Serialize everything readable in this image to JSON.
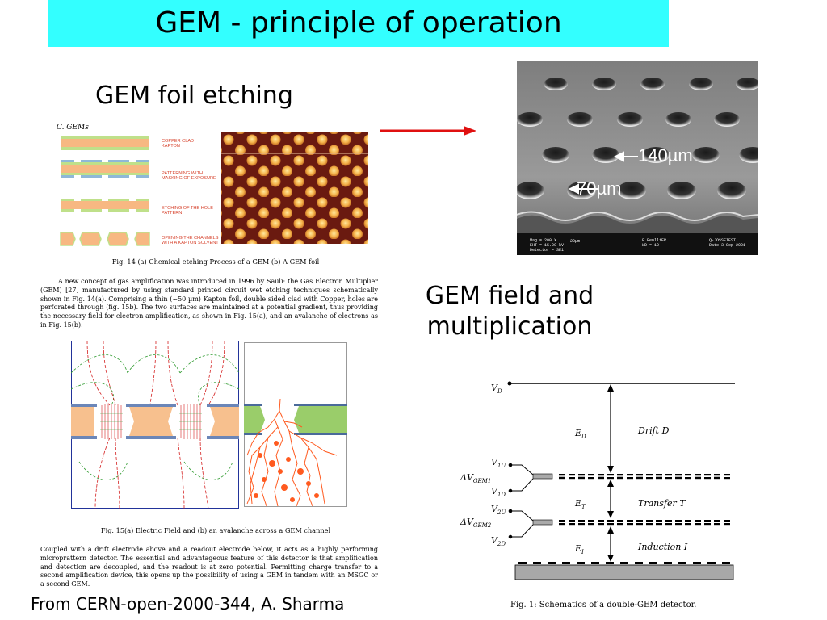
{
  "slide": {
    "title": "GEM - principle of operation",
    "heading_etching": "GEM foil etching",
    "heading_field": "GEM field and multiplication",
    "credit": "From CERN-open-2000-344, A. Sharma",
    "colors": {
      "title_bar": "#33ffff",
      "arrow": "#e01010",
      "copper": "#f7b882",
      "kapton_green": "#9acd6a",
      "field_red": "#ff5a1f"
    }
  },
  "etching_figure": {
    "section_label": "C. GEMs",
    "step_labels": [
      "COPPER CLAD KAPTON",
      "PATTERNING WITH MASKING OF EXPOSURE",
      "ETCHING OF THE HOLE PATTERN",
      "OPENING THE CHANNELS WITH A KAPTON SOLVENT"
    ],
    "caption": "Fig. 14 (a) Chemical etching Process of a GEM (b) A GEM foil",
    "paragraph": "A new concept of gas amplification was introduced in 1996 by Sauli: the Gas Electron Multiplier (GEM) [27] manufactured by using standard printed circuit wet etching techniques schematically shown in Fig. 14(a). Comprising a thin (~50 µm) Kapton foil, double sided clad with Copper, holes are perforated through (fig. 15b). The two surfaces are maintained at a potential gradient, thus providing the necessary field for electron amplification, as shown in Fig. 15(a), and an avalanche of electrons as in Fig. 15(b)."
  },
  "sem_photo": {
    "dim_pitch": "140µm",
    "dim_hole": "70µm",
    "info_left": "Mag = 200 X\nEHT = 15.00 kV\nDetector = SE1",
    "info_scale": "20µm",
    "info_mid": "F.BenlliEP\nWD = 10",
    "info_right": "Q-JOSSEIEST\nDate 3 Sep 2001"
  },
  "field_figure": {
    "caption": "Fig. 15(a) Electric Field and (b) an avalanche across a GEM channel",
    "paragraph": "Coupled with a drift electrode above and a readout electrode below, it acts as a highly performing microprattern detector. The essential and advantageous feature of this detector is that amplification and detection are decoupled, and the readout is at zero potential. Permitting charge transfer to a second amplification device, this opens up the possibility of using a GEM in tandem with an MSGC or a second GEM."
  },
  "double_gem": {
    "v_drift": "V",
    "v_drift_sub": "D",
    "v1u": "V",
    "v1u_sub": "1U",
    "dvgem1": "ΔV",
    "dvgem1_sub": "GEM1",
    "v1d": "V",
    "v1d_sub": "1D",
    "v2u": "V",
    "v2u_sub": "2U",
    "dvgem2": "ΔV",
    "dvgem2_sub": "GEM2",
    "v2d": "V",
    "v2d_sub": "2D",
    "e_drift": "E",
    "e_drift_sub": "D",
    "e_transfer": "E",
    "e_transfer_sub": "T",
    "e_induction": "E",
    "e_induction_sub": "I",
    "region_drift": "Drift  D",
    "region_transfer": "Transfer  T",
    "region_induction": "Induction  I",
    "caption": "Fig. 1: Schematics of a double-GEM detector."
  }
}
